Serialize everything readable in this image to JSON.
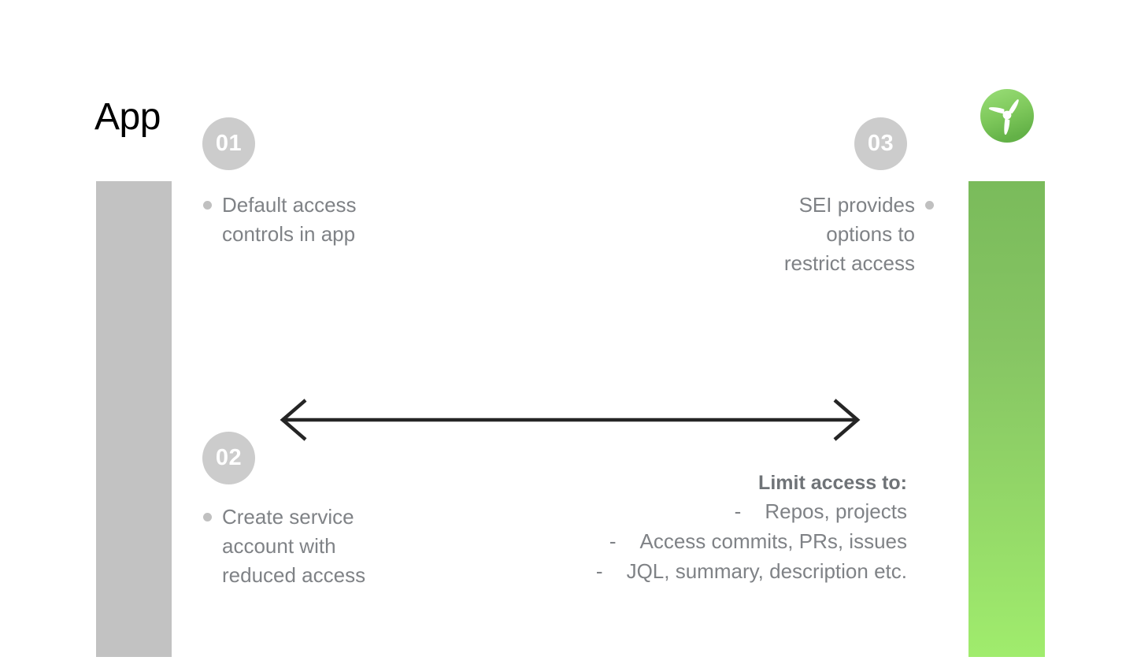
{
  "page": {
    "title": "App",
    "background_color": "#ffffff"
  },
  "brand": {
    "logo_name": "propeller-logo",
    "logo_color_top": "#8ad46a",
    "logo_color_bottom": "#6fbb50"
  },
  "decor": {
    "grey_bar_color": "#c2c2c2",
    "green_bar_gradient_top": "#7abb5b",
    "green_bar_gradient_bottom": "#a0ec6d",
    "arrow_color": "#252525",
    "badge_color": "#cccccc",
    "body_text_color": "#7f8286"
  },
  "steps": [
    {
      "number": "01",
      "text": "Default access\ncontrols in app",
      "align": "left"
    },
    {
      "number": "02",
      "text": "Create service\naccount with\nreduced access",
      "align": "left"
    },
    {
      "number": "03",
      "text": "SEI provides\noptions to\nrestrict access",
      "align": "right"
    }
  ],
  "limit_access": {
    "heading": "Limit access to:",
    "items": [
      {
        "dash": "-",
        "label": "Repos, projects"
      },
      {
        "dash": "-",
        "label": "Access commits, PRs, issues"
      },
      {
        "dash": "-",
        "label": "JQL, summary, description etc."
      }
    ]
  },
  "arrow": {
    "name": "bidirectional-arrow",
    "direction": "both"
  }
}
